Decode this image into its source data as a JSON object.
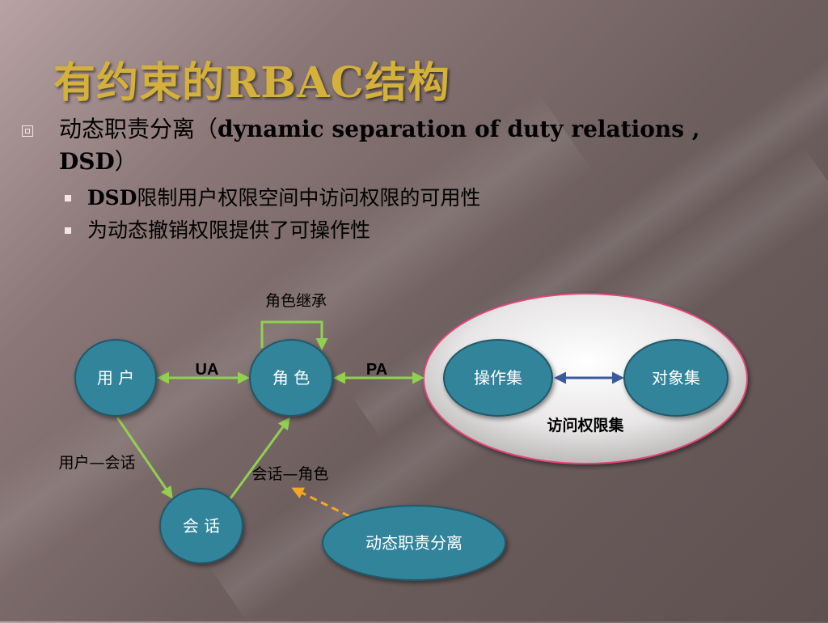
{
  "slide": {
    "title": "有约束的RBAC结构",
    "bullet": {
      "text_cn": "动态职责分离（",
      "text_en": "dynamic separation of duty relations , DSD",
      "text_close": "）"
    },
    "sub_bullets": [
      {
        "prefix_en": "DSD",
        "text": "限制用户权限空间中访问权限的可用性"
      },
      {
        "prefix_en": "",
        "text": "为动态撤销权限提供了可操作性"
      }
    ]
  },
  "diagram": {
    "nodes": {
      "user": "用 户",
      "role": "角 色",
      "session": "会 话",
      "operations": "操作集",
      "objects": "对象集",
      "dsd": "动态职责分离"
    },
    "edges": {
      "ua": "UA",
      "pa": "PA",
      "role_inheritance": "角色继承",
      "user_session": "用户—会话",
      "session_role": "会话—角色"
    },
    "group_label": "访问权限集",
    "colors": {
      "node_fill": "#31849b",
      "node_stroke": "#215968",
      "arrow_green": "#92d050",
      "arrow_blue": "#3a5a9a",
      "arrow_dsd": "#f5a623",
      "group_stroke": "#e0457b"
    }
  }
}
